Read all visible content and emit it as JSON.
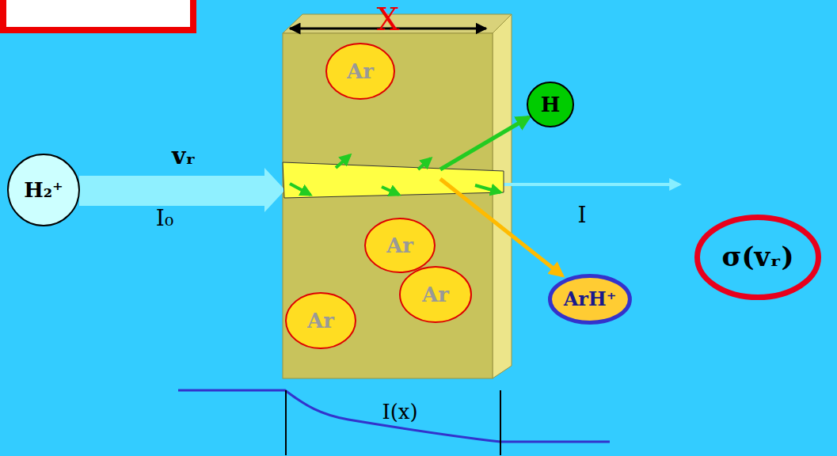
{
  "diagram": {
    "nodes": [
      {
        "text": [
          "H₂⁺"
        ]
      },
      {
        "text": [
          "Ar"
        ]
      },
      {
        "text": [
          "Ar"
        ]
      },
      {
        "text": [
          "Ar"
        ]
      },
      {
        "text": [
          "Ar"
        ]
      },
      {
        "text": [
          "H"
        ]
      },
      {
        "text": [
          "ArH⁺"
        ]
      },
      {
        "text": [
          "σ(vᵣ)"
        ]
      }
    ],
    "labels": [
      "X",
      "vᵣ",
      "I₀",
      "I",
      "I(x)"
    ]
  }
}
